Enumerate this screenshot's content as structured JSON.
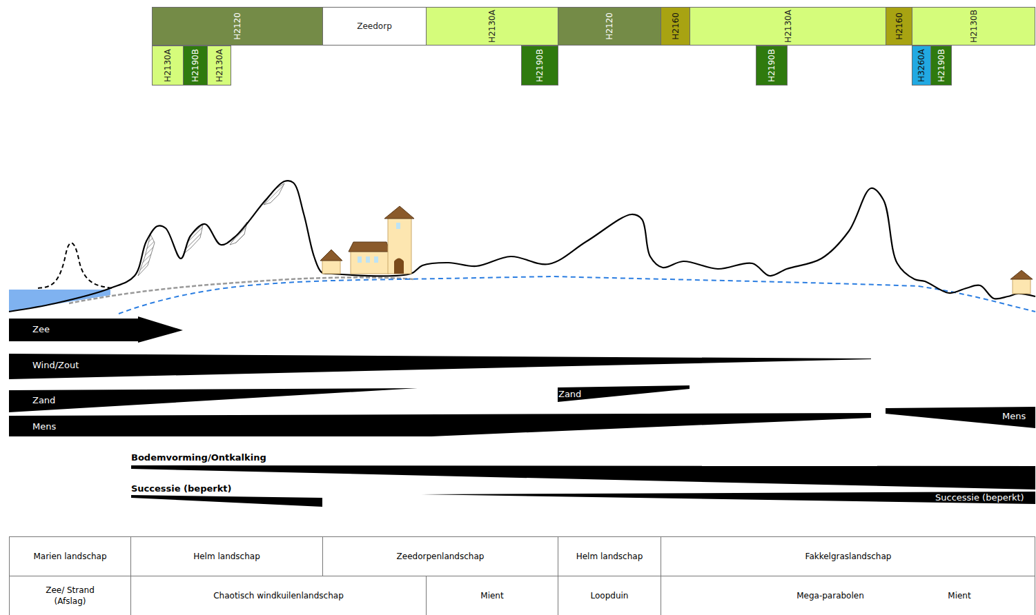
{
  "diagram": {
    "nodes": [
      {
        "text": [
          "H2120"
        ]
      },
      {
        "text": [
          "Zeedorp"
        ]
      },
      {
        "text": [
          "H2130A"
        ]
      },
      {
        "text": [
          "H2120"
        ]
      },
      {
        "text": [
          "H2160"
        ]
      },
      {
        "text": [
          "H2130A"
        ]
      },
      {
        "text": [
          "H2160"
        ]
      },
      {
        "text": [
          "H2130B"
        ]
      },
      {
        "text": [
          "H2130A"
        ]
      },
      {
        "text": [
          "H2190B"
        ]
      },
      {
        "text": [
          "H2130A"
        ]
      },
      {
        "text": [
          "H2190B"
        ]
      },
      {
        "text": [
          "H2190B"
        ]
      },
      {
        "text": [
          "H3260A"
        ]
      },
      {
        "text": [
          "H2190B"
        ]
      }
    ],
    "labels": [
      "Zee",
      "Wind/Zout",
      "Zand",
      "Zand",
      "Mens",
      "Mens",
      "Bodemvorming/Ontkalking",
      "Successie (beperkt)",
      "Successie (beperkt)",
      "Marien landschap",
      "Helm landschap",
      "Zeedorpenlandschap",
      "Helm landschap",
      "Fakkelgraslandschap",
      "Zee/ Strand (Afslag)",
      "Chaotisch windkuilenlandschap",
      "Mient",
      "Loopduin",
      "Mega-parabolen",
      "Mient"
    ]
  }
}
